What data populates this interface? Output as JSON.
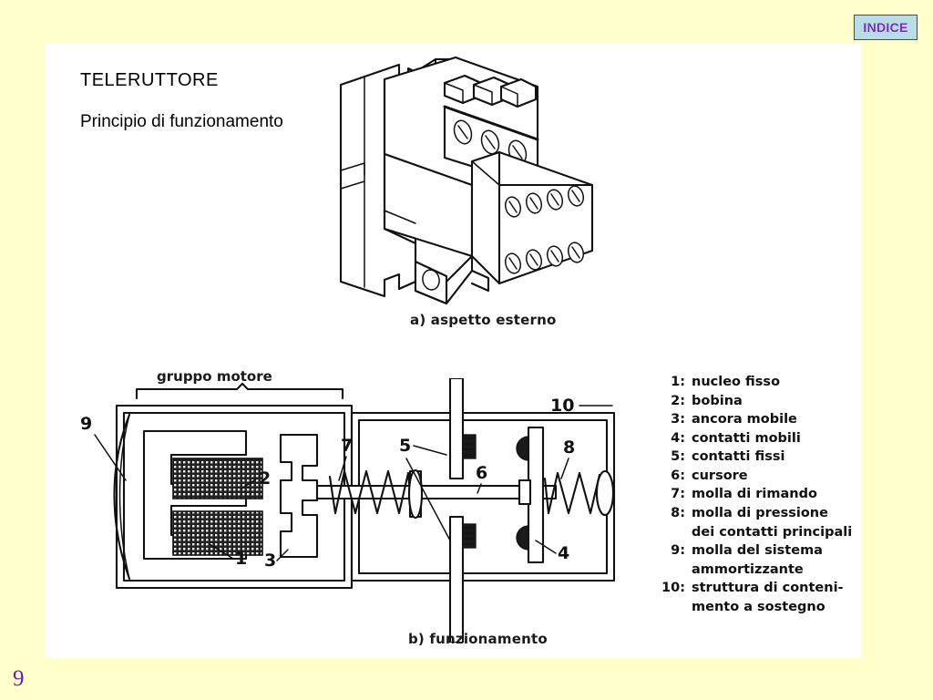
{
  "page": {
    "background_color": "#FFFFCC",
    "panel_color": "#FFFFFF",
    "number": "9",
    "number_color": "#6B1FA8"
  },
  "nav": {
    "indice_label": "INDICE",
    "indice_bg": "#B9DDE4",
    "indice_text_color": "#7B2FBE"
  },
  "heading": {
    "title": "TELERUTTORE",
    "subtitle": "Principio di funzionamento"
  },
  "figures": {
    "external": {
      "caption": "a) aspetto esterno"
    },
    "operation": {
      "caption": "b) funzionamento",
      "group_label": "gruppo motore",
      "callouts": [
        "1",
        "2",
        "3",
        "4",
        "5",
        "6",
        "7",
        "8",
        "9",
        "10"
      ]
    }
  },
  "legend": {
    "items": [
      {
        "key": "1:",
        "text": "nucleo fisso"
      },
      {
        "key": "2:",
        "text": "bobina"
      },
      {
        "key": "3:",
        "text": "ancora mobile"
      },
      {
        "key": "4:",
        "text": "contatti mobili"
      },
      {
        "key": "5:",
        "text": "contatti fissi"
      },
      {
        "key": "6:",
        "text": "cursore"
      },
      {
        "key": "7:",
        "text": "molla di rimando"
      },
      {
        "key": "8:",
        "text": "molla di pressione dei contatti principali"
      },
      {
        "key": "9:",
        "text": "molla del sistema ammortizzante"
      },
      {
        "key": "10:",
        "text": "struttura di conteni- mento a sostegno"
      }
    ]
  }
}
